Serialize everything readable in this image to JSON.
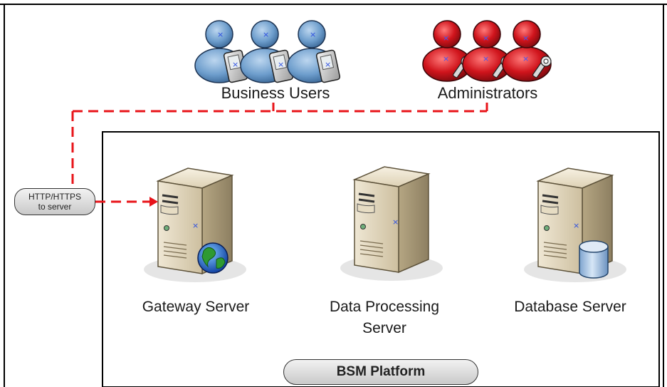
{
  "groups": {
    "business_users": "Business Users",
    "administrators": "Administrators"
  },
  "connector": {
    "line1": "HTTP/HTTPS",
    "line2": "to server",
    "line_color": "#e8141a"
  },
  "servers": {
    "gateway": "Gateway Server",
    "data_processing_line1": "Data Processing",
    "data_processing_line2": "Server",
    "database": "Database Server"
  },
  "platform": {
    "label": "BSM Platform"
  },
  "icons": {
    "business_user": "person-with-pda-icon",
    "administrator": "person-with-wrench-icon",
    "server": "server-tower-icon",
    "globe": "globe-icon",
    "database": "database-cylinder-icon"
  },
  "colors": {
    "business_user_body": "#5b8fc0",
    "administrator_body": "#c0141c",
    "server_body": "#d8ccb0"
  }
}
